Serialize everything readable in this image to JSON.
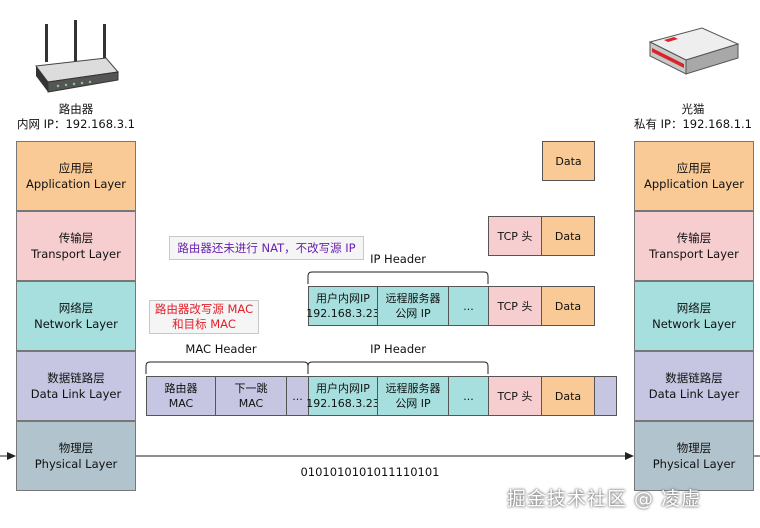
{
  "left_device": {
    "icon": "router-icon",
    "name": "路由器",
    "ip": "内网 IP：192.168.3.1"
  },
  "right_device": {
    "icon": "optical-modem-icon",
    "name": "光猫",
    "ip": "私有 IP：192.168.1.1"
  },
  "layers": [
    {
      "zh": "应用层",
      "en": "Application Layer"
    },
    {
      "zh": "传输层",
      "en": "Transport Layer"
    },
    {
      "zh": "网络层",
      "en": "Network Layer"
    },
    {
      "zh": "数据链路层",
      "en": "Data Link Layer"
    },
    {
      "zh": "物理层",
      "en": "Physical Layer"
    }
  ],
  "segments": {
    "data": "Data",
    "tcp": "TCP 头",
    "ellipsis": "..."
  },
  "ip_fields": {
    "src": [
      "用户内网IP",
      "192.168.3.23"
    ],
    "dst": [
      "远程服务器",
      "公网 IP"
    ]
  },
  "mac_fields": {
    "src": [
      "路由器",
      "MAC"
    ],
    "next": [
      "下一跳",
      "MAC"
    ]
  },
  "headers": {
    "ip": "IP Header",
    "mac": "MAC Header"
  },
  "notes": {
    "transport": "路由器还未进行 NAT，不改写源 IP",
    "network": [
      "路由器改写源 MAC",
      "和目标 MAC"
    ]
  },
  "bitstream": "0101010101011110101",
  "watermark": "掘金技术社区 @ 凌虚",
  "colors": {
    "note_transport": "#6a1fb0",
    "note_network": "#e0202a"
  }
}
